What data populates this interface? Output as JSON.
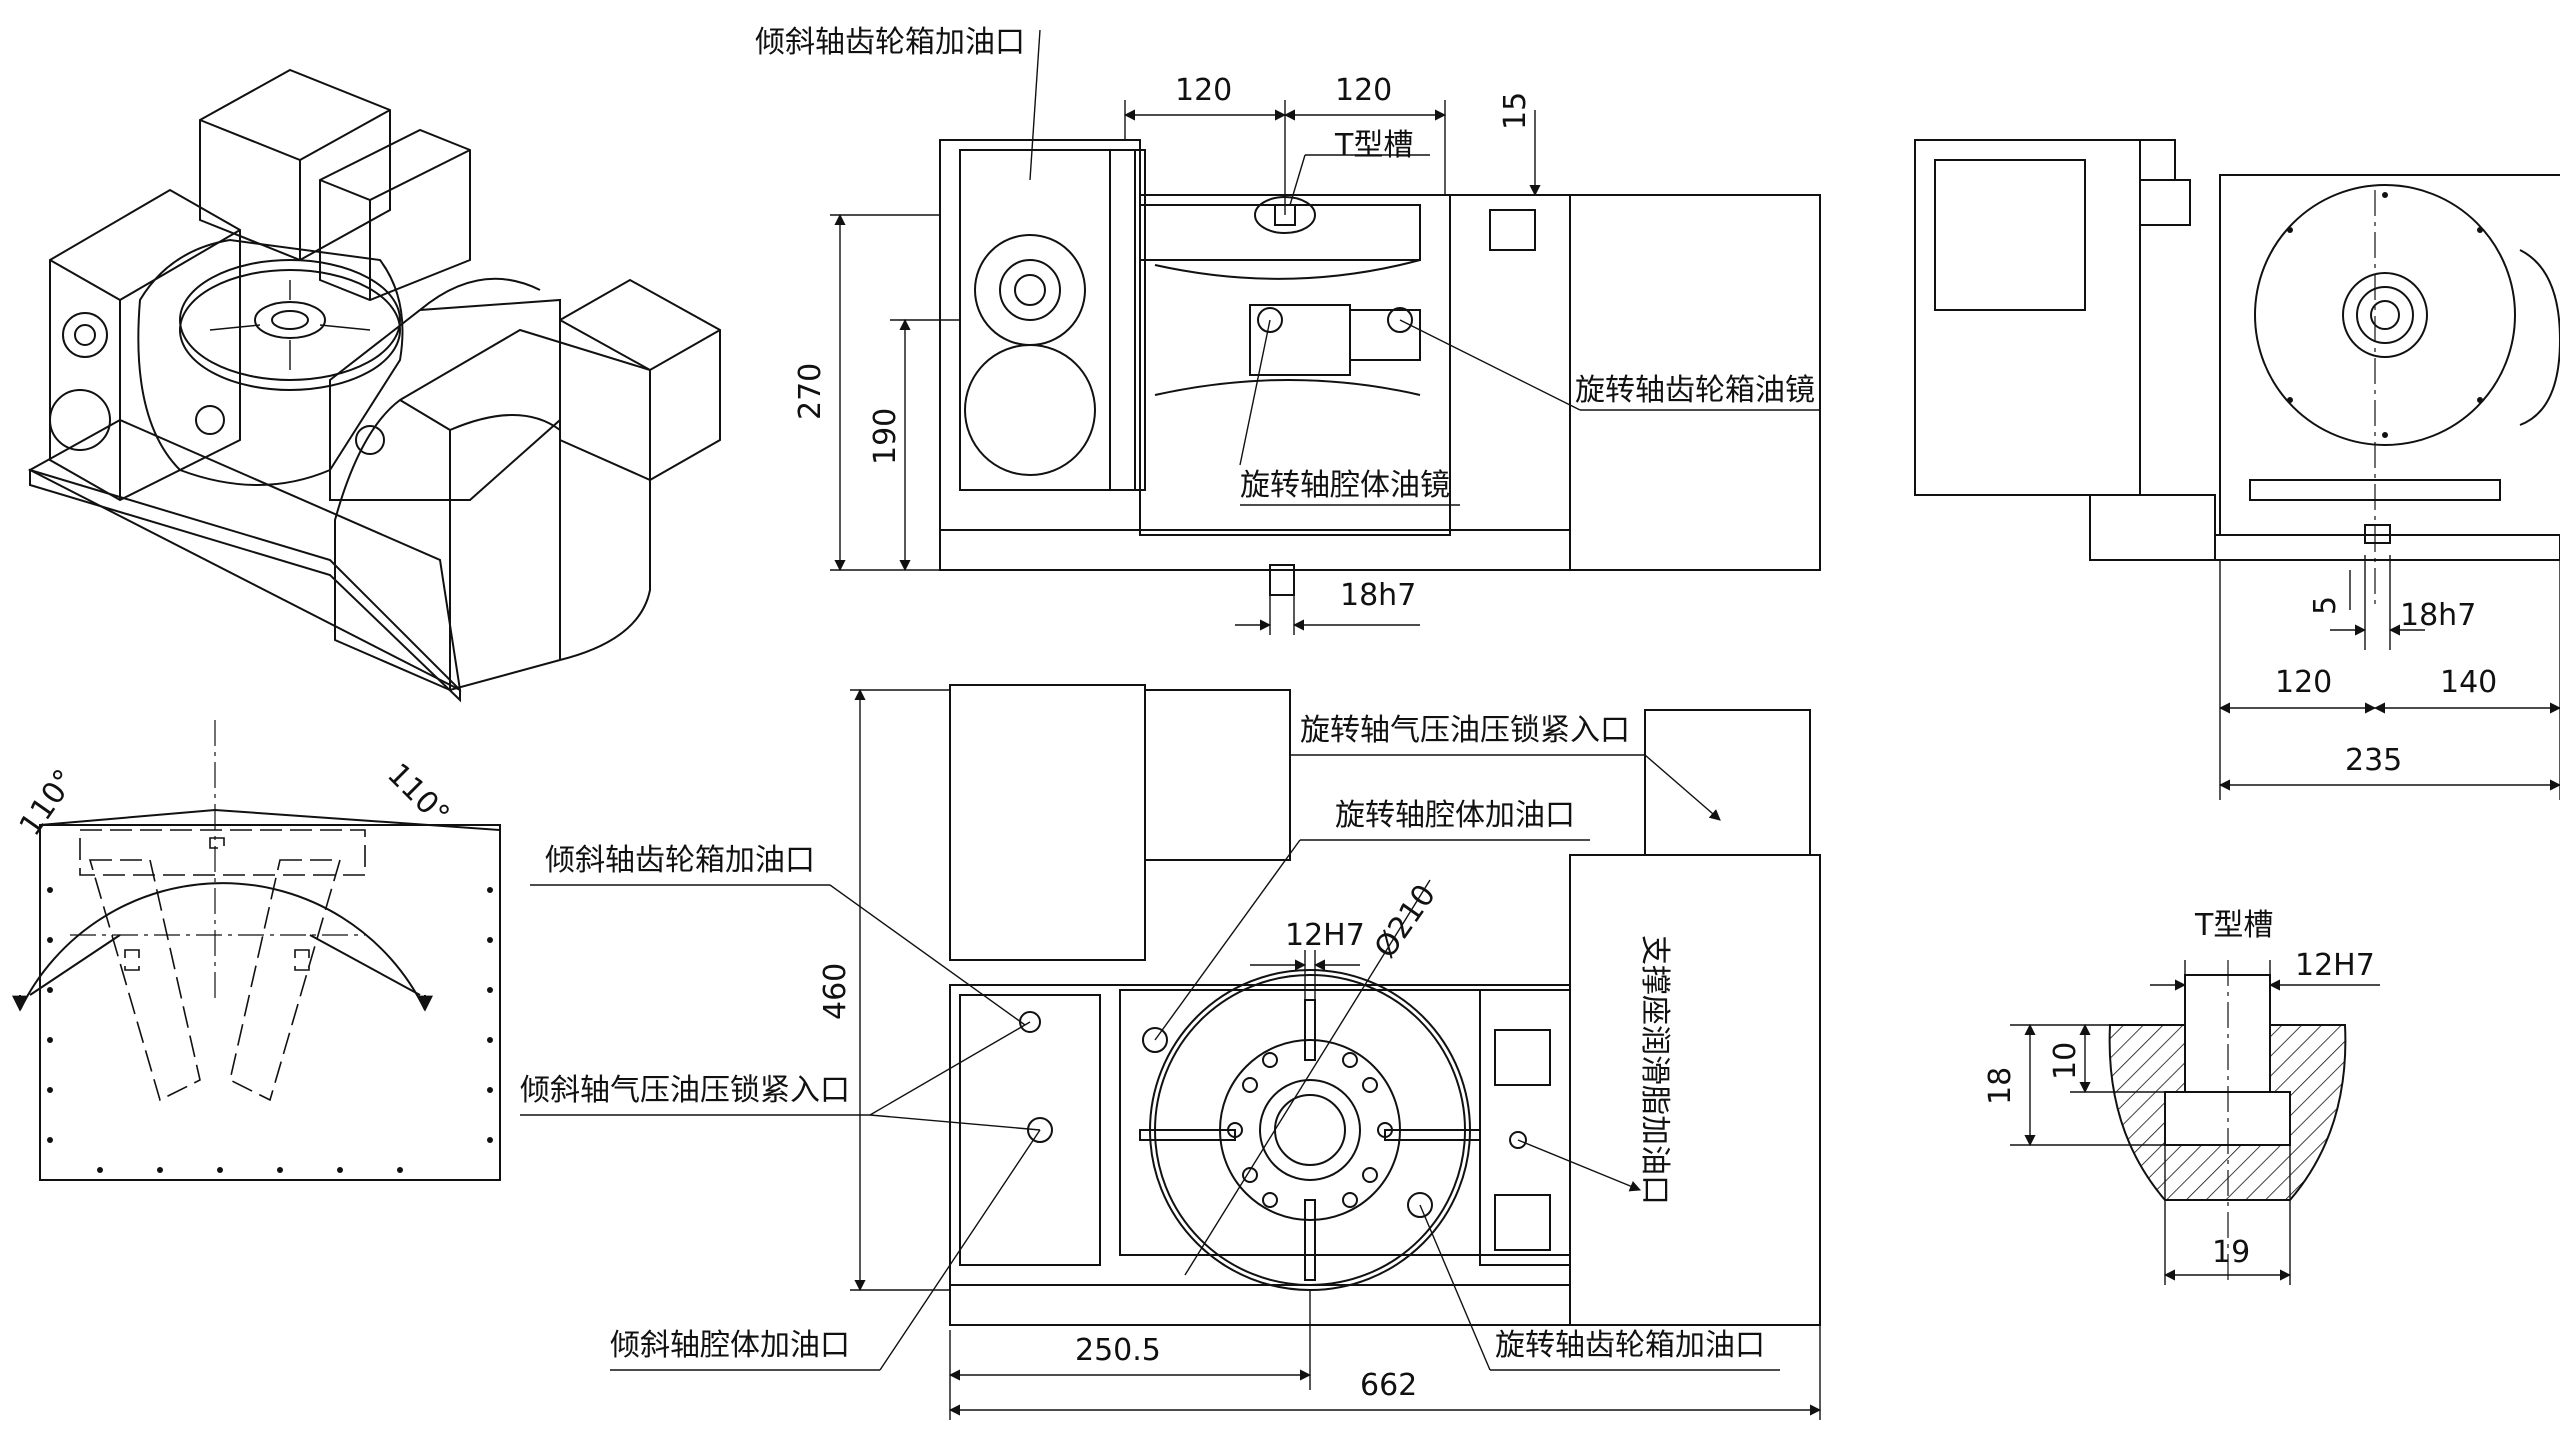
{
  "labels": {
    "tilt_gearbox_oil_inlet": "倾斜轴齿轮箱加油口",
    "t_slot": "T型槽",
    "rotary_gearbox_oil_sight": "旋转轴齿轮箱油镜",
    "rotary_cavity_oil_sight": "旋转轴腔体油镜",
    "rotary_pneumatic_lock_inlet": "旋转轴气压油压锁紧入口",
    "rotary_cavity_oil_inlet": "旋转轴腔体加油口",
    "tilt_pneumatic_lock_inlet": "倾斜轴气压油压锁紧入口",
    "tilt_cavity_oil_inlet": "倾斜轴腔体加油口",
    "rotary_gearbox_oil_inlet": "旋转轴齿轮箱加油口",
    "support_grease_inlet": "支撑座润滑脂加油口",
    "t_slot_detail_title": "T型槽"
  },
  "dimensions": {
    "d120_left": "120",
    "d120_right": "120",
    "d15": "15",
    "d270": "270",
    "d190": "190",
    "d18h7_front": "18h7",
    "d5": "5",
    "d18h7_side": "18h7",
    "d120_side": "120",
    "d140_side": "140",
    "d235": "235",
    "d460": "460",
    "d12H7_top": "12H7",
    "d210": "Ø210",
    "d250_5": "250.5",
    "d662": "662",
    "angle_left": "110°",
    "angle_right": "110°",
    "tslot_12H7": "12H7",
    "tslot_10": "10",
    "tslot_18": "18",
    "tslot_19": "19"
  }
}
